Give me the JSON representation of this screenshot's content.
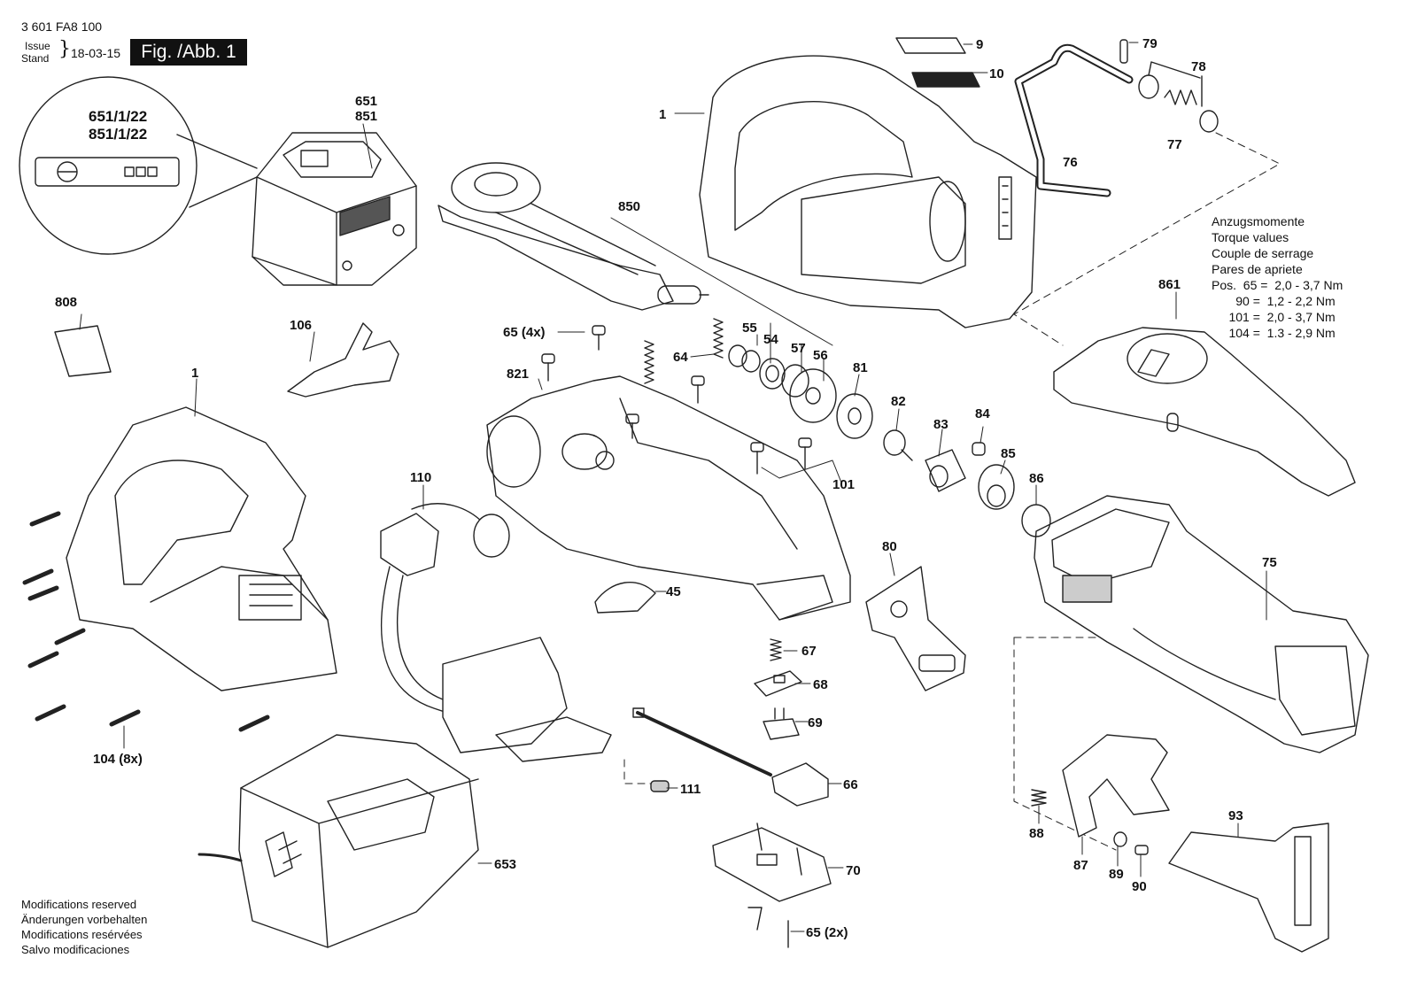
{
  "header": {
    "doc_number": "3 601 FA8 100",
    "issue_label": "Issue",
    "stand_label": "Stand",
    "date": "18-03-15",
    "figure_label": "Fig. /Abb. 1"
  },
  "torque_values": {
    "heading_en_de": "Anzugsmomente",
    "heading_en": "Torque values",
    "heading_fr": "Couple de serrage",
    "heading_es": "Pares de apriete",
    "rows": [
      "Pos.  65 =  2,0 - 3,7 Nm",
      "       90 =  1,2 - 2,2 Nm",
      "     101 =  2,0 - 3,7 Nm",
      "     104 =  1.3 - 2,9 Nm"
    ]
  },
  "footer": {
    "line1": "Modifications reserved",
    "line2": "Änderungen vorbehalten",
    "line3": "Modifications resérvées",
    "line4": "Salvo modificaciones"
  },
  "callout_detail": {
    "line1": "651/1/22",
    "line2": "851/1/22"
  },
  "part_labels": {
    "p9": "9",
    "p10": "10",
    "p79": "79",
    "p78": "78",
    "p77": "77",
    "p76": "76",
    "p1_top": "1",
    "p651": "651",
    "p851": "851",
    "p850": "850",
    "p808": "808",
    "p106": "106",
    "p65_4x": "65 (4x)",
    "p64": "64",
    "p55": "55",
    "p54": "54",
    "p57": "57",
    "p56": "56",
    "p821": "821",
    "p81": "81",
    "p82": "82",
    "p83": "83",
    "p84": "84",
    "p85": "85",
    "p86": "86",
    "p101": "101",
    "p861": "861",
    "p1_left": "1",
    "p110": "110",
    "p80": "80",
    "p45": "45",
    "p75": "75",
    "p67": "67",
    "p68": "68",
    "p69": "69",
    "p104_8x": "104 (8x)",
    "p111": "111",
    "p66": "66",
    "p653": "653",
    "p70": "70",
    "p65_2x": "65 (2x)",
    "p88": "88",
    "p87": "87",
    "p89": "89",
    "p90": "90",
    "p93": "93"
  },
  "colors": {
    "line": "#222222",
    "fill": "#ffffff",
    "shade": "#cfcfcf",
    "dark": "#555555"
  }
}
